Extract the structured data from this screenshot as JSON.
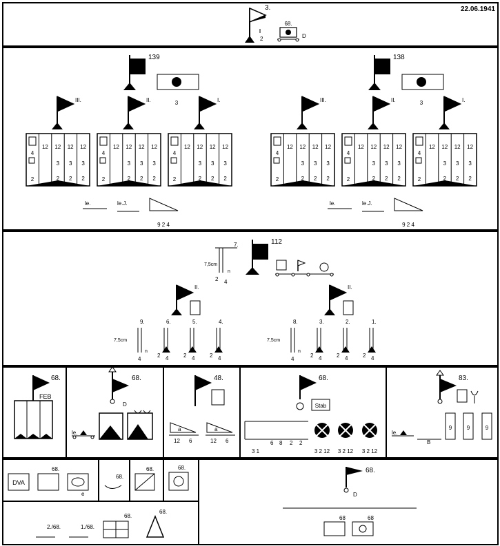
{
  "date": "22.06.1941",
  "header": {
    "division": "3.",
    "div_sub": "2",
    "hq_unit": "68.",
    "hq_code": "D"
  },
  "regiments": [
    {
      "number": "139",
      "signal": "3",
      "battalions": [
        {
          "label": "III.",
          "companies": [
            {
              "a": "4",
              "b": "2"
            },
            {
              "a": "12",
              "b": ""
            },
            {
              "a": "12",
              "b": "3"
            },
            {
              "a": "12",
              "b": "3"
            },
            {
              "a": "12",
              "b": "3"
            }
          ],
          "rows": [
            "2",
            "2",
            "2"
          ]
        },
        {
          "label": "II.",
          "companies": [
            {
              "a": "4",
              "b": "2"
            },
            {
              "a": "12",
              "b": ""
            },
            {
              "a": "12",
              "b": "3"
            },
            {
              "a": "12",
              "b": "3"
            },
            {
              "a": "12",
              "b": "3"
            }
          ],
          "rows": [
            "2",
            "2",
            "2"
          ]
        },
        {
          "label": "I.",
          "companies": [
            {
              "a": "4",
              "b": "2"
            },
            {
              "a": "12",
              "b": ""
            },
            {
              "a": "12",
              "b": "3"
            },
            {
              "a": "12",
              "b": "3"
            },
            {
              "a": "12",
              "b": "3"
            }
          ],
          "rows": [
            "2",
            "2",
            "2"
          ]
        }
      ],
      "support": {
        "le": "le.",
        "le_j": "le.J.",
        "ab": "9 2 4"
      }
    },
    {
      "number": "138",
      "signal": "3",
      "battalions": [
        {
          "label": "III.",
          "companies": [
            {
              "a": "4",
              "b": "2"
            },
            {
              "a": "12",
              "b": ""
            },
            {
              "a": "12",
              "b": "3"
            },
            {
              "a": "12",
              "b": "3"
            },
            {
              "a": "12",
              "b": "3"
            }
          ],
          "rows": [
            "2",
            "2",
            "2"
          ]
        },
        {
          "label": "II.",
          "companies": [
            {
              "a": "4",
              "b": "2"
            },
            {
              "a": "12",
              "b": ""
            },
            {
              "a": "12",
              "b": "3"
            },
            {
              "a": "12",
              "b": "3"
            },
            {
              "a": "12",
              "b": "3"
            }
          ],
          "rows": [
            "2",
            "2",
            "2"
          ]
        },
        {
          "label": "I.",
          "companies": [
            {
              "a": "4",
              "b": "2"
            },
            {
              "a": "12",
              "b": ""
            },
            {
              "a": "12",
              "b": "3"
            },
            {
              "a": "12",
              "b": "3"
            },
            {
              "a": "12",
              "b": "3"
            }
          ],
          "rows": [
            "2",
            "2",
            "2"
          ]
        }
      ],
      "support": {
        "le": "le.",
        "le_j": "le.J.",
        "ab": "9 2 4"
      }
    }
  ],
  "artillery": {
    "number": "112",
    "obs": {
      "label": "7.",
      "cal": "7,5cm",
      "n": "n",
      "a": "2",
      "b": "4"
    },
    "groups": [
      {
        "label": "II.",
        "batteries": [
          {
            "label": "9.",
            "cal": "7,5cm",
            "n": "n",
            "num": "4"
          },
          {
            "label": "6.",
            "a": "2",
            "b": "4"
          },
          {
            "label": "5.",
            "a": "2",
            "b": "4"
          },
          {
            "label": "4.",
            "a": "2",
            "b": "4"
          }
        ]
      },
      {
        "label": "II.",
        "batteries": [
          {
            "label": "8.",
            "cal": "7,5cm",
            "n": "n",
            "num": "4"
          },
          {
            "label": "3.",
            "a": "2",
            "b": "4"
          },
          {
            "label": "2.",
            "a": "2",
            "b": "4"
          },
          {
            "label": "1.",
            "a": "2",
            "b": "4"
          }
        ]
      }
    ]
  },
  "division_units": [
    {
      "number": "68.",
      "label": "FEB"
    },
    {
      "number": "68.",
      "code": "D",
      "le": "le."
    },
    {
      "number": "48.",
      "a": "a",
      "n1": "12",
      "n2": "6"
    },
    {
      "number": "68.",
      "stab": "Stab",
      "n1": "3 1",
      "n2": "6",
      "n3": "8",
      "n4": "2",
      "n5": "2",
      "triples": [
        "3 2 12",
        "3 2 12",
        "3 2 12"
      ]
    },
    {
      "number": "83.",
      "le": "le.",
      "b": "B",
      "nines": [
        "9",
        "9",
        "9"
      ]
    }
  ],
  "services": {
    "row1": [
      {
        "number": "68.",
        "dva": "DVA",
        "e": "e"
      },
      {
        "number": "68."
      },
      {
        "number": "68."
      },
      {
        "number": "68."
      }
    ],
    "row2": [
      {
        "label": "2./68."
      },
      {
        "label": "1./68."
      },
      {
        "number": "68."
      },
      {
        "number": "68."
      }
    ],
    "supply": {
      "number": "68.",
      "code": "D",
      "sub1": "68",
      "sub2": "68"
    }
  }
}
